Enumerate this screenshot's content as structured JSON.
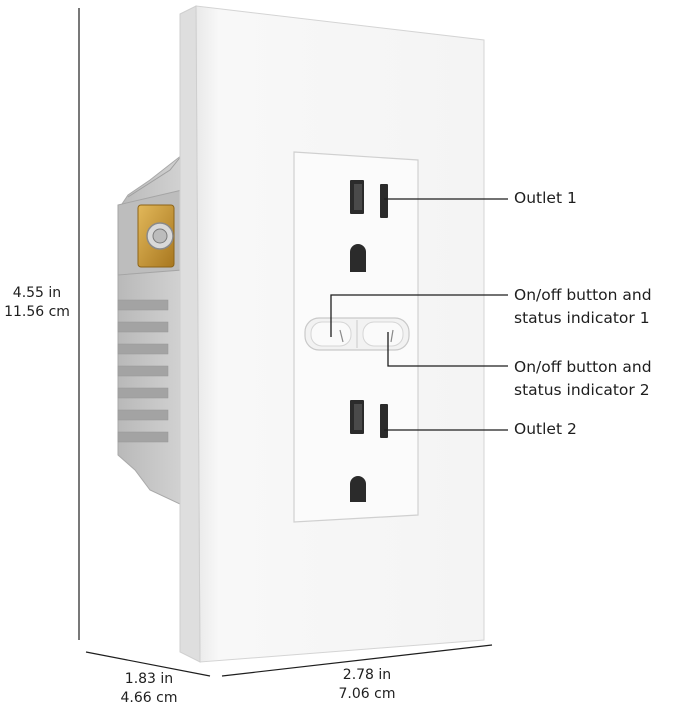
{
  "dimensions": {
    "height": {
      "in": "4.55 in",
      "cm": "11.56 cm"
    },
    "depth": {
      "in": "1.83 in",
      "cm": "4.66 cm"
    },
    "width": {
      "in": "2.78 in",
      "cm": "7.06 cm"
    }
  },
  "callouts": {
    "outlet_1": "Outlet 1",
    "button_1": {
      "line1": "On/off button and",
      "line2": "status indicator 1"
    },
    "button_2": {
      "line1": "On/off button and",
      "line2": "status indicator 2"
    },
    "outlet_2": "Outlet 2"
  },
  "colors": {
    "plate": "#f7f7f7",
    "housing": "#c9c9c9",
    "brass": "#c8962f",
    "line": "#1e1e1e"
  }
}
